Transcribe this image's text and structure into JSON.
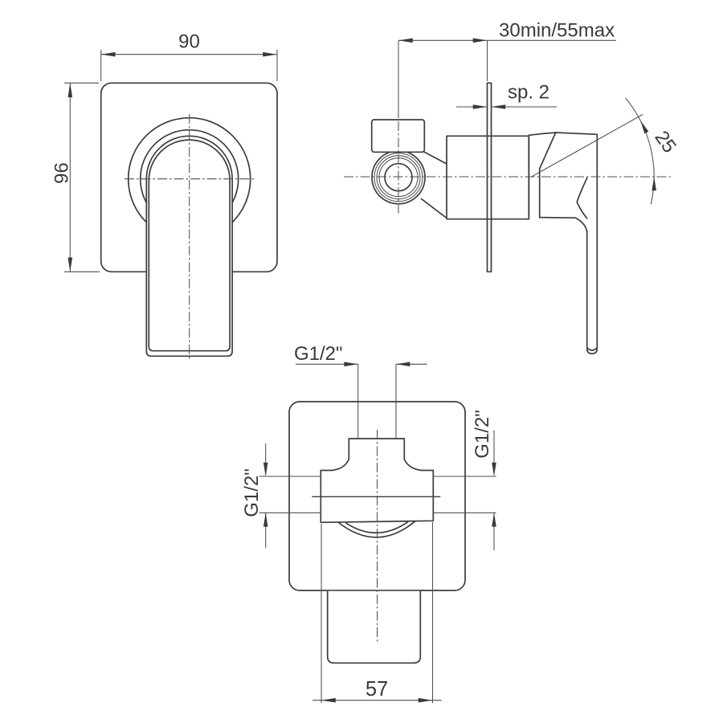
{
  "drawing_type": "technical-drawing-3-views-shower-mixer",
  "colors": {
    "background": "#ffffff",
    "object_line": "#3c3c3c",
    "thin_line": "#4f4f4f",
    "text": "#3a3a3a"
  },
  "views": {
    "front": {
      "width_dim": "90",
      "height_dim": "96"
    },
    "side": {
      "depth_range_dim": "30min/55max",
      "panel_thickness_dim": "sp. 2",
      "handle_angle_dim": "25"
    },
    "bottom": {
      "top_port_thread": "G1/2\"",
      "left_port_thread": "G1/2\"",
      "right_port_thread": "G1/2\"",
      "body_width_dim": "57"
    }
  }
}
